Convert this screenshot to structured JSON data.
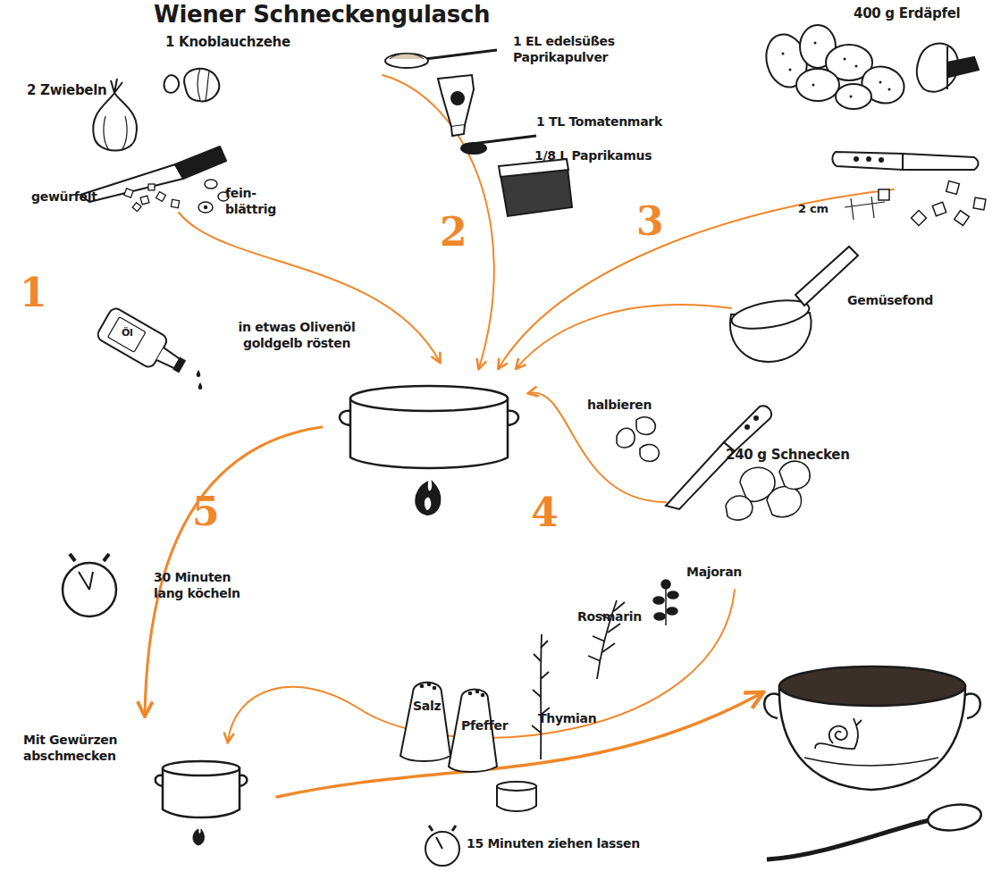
{
  "diagram": {
    "title": "Wiener Schneckengulasch",
    "labels": [
      "1 Knoblauchzehe",
      "2 Zwiebeln",
      "gewürfelt",
      "fein- blättrig",
      "1",
      "Öl",
      "in etwas Olivenöl goldgelb rösten",
      "1 EL edelsüßes Paprikapulver",
      "1 TL Tomatenmark",
      "1/8 L Paprikamus",
      "2",
      "400 g Erdäpfel",
      "2 cm",
      "3",
      "Gemüsefond",
      "halbieren",
      "240 g Schnecken",
      "4",
      "5",
      "30 Minuten lang köcheln",
      "Majoran",
      "Rosmarin",
      "Salz",
      "Pfeffer",
      "Thymian",
      "Mit Gewürzen abschmecken",
      "15 Minuten ziehen lassen"
    ]
  }
}
